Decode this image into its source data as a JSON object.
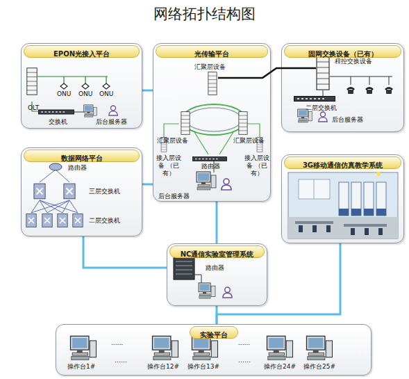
{
  "diagram": {
    "title": "网络拓扑结构图",
    "nodes": [
      {
        "text": [
          "EPON光接入平台"
        ]
      },
      {
        "text": [
          "光传输平台"
        ]
      },
      {
        "text": [
          "固网交换设备（已有）"
        ]
      },
      {
        "text": [
          "数据网络平台"
        ]
      },
      {
        "text": [
          "3G移动通信仿真教学系统"
        ]
      },
      {
        "text": [
          "NC通信实验室管理系统"
        ]
      },
      {
        "text": [
          "实验平台"
        ]
      }
    ],
    "edges": [
      {
        "from": 0,
        "to": 1,
        "arrow": "none"
      },
      {
        "from": 3,
        "to": 1,
        "arrow": "none"
      },
      {
        "from": 3,
        "to": 5,
        "arrow": "none"
      },
      {
        "from": 1,
        "to": 5,
        "arrow": "none"
      },
      {
        "from": 5,
        "to": 6,
        "arrow": "none"
      },
      {
        "from": 4,
        "to": 6,
        "arrow": "none"
      }
    ],
    "labels": [
      "OLT",
      "ONU",
      "ONU",
      "ONU",
      "交换机",
      "后台服务器",
      "汇聚层设备",
      "汇聚层设备",
      "汇聚层设备",
      "接入层设备 （已有）",
      "接入层设备 （已有）",
      "路由器",
      "后台服务器",
      "程控交换设备",
      "二层交换机",
      "后台服务器",
      "路由器",
      "三层交换机",
      "二层交换机",
      "路由器",
      "操作台1#",
      "......",
      "……",
      "操作台12#",
      "操作台13#",
      "......",
      "……",
      "操作台24#",
      "操作台25#"
    ]
  }
}
